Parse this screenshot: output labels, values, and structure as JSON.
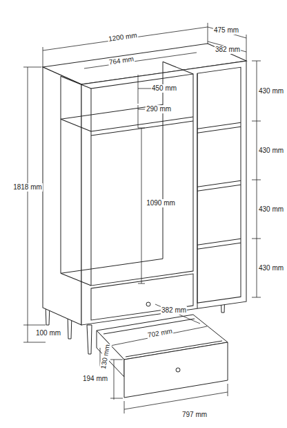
{
  "diagram": {
    "labels": [
      "1200 mm",
      "475 mm",
      "764 mm",
      "382 mm",
      "450 mm",
      "430 mm",
      "290 mm",
      "430 mm",
      "1818 mm",
      "1090 mm",
      "430 mm",
      "430 mm",
      "100 mm",
      "382 mm",
      "702 mm",
      "130 mm",
      "194 mm",
      "797 mm"
    ]
  }
}
